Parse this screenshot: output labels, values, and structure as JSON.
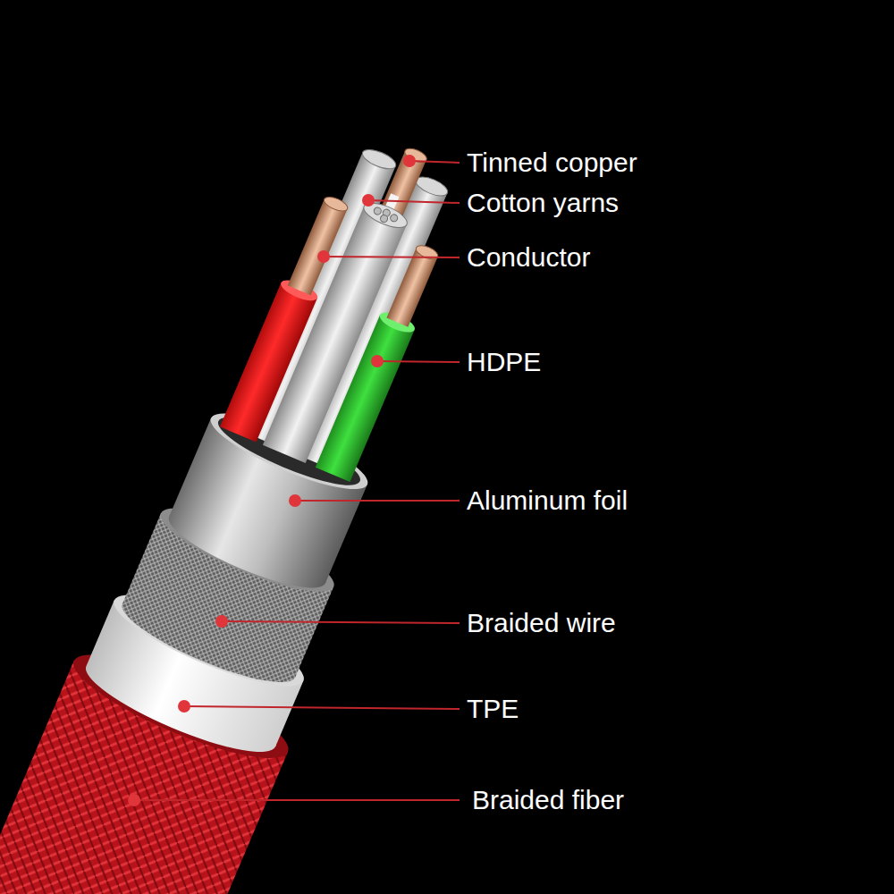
{
  "diagram": {
    "labels": [
      "Tinned copper",
      "Cotton yarns",
      "Conductor",
      "HDPE",
      "Aluminum foil",
      "Braided wire",
      "TPE",
      "Braided fiber"
    ]
  }
}
